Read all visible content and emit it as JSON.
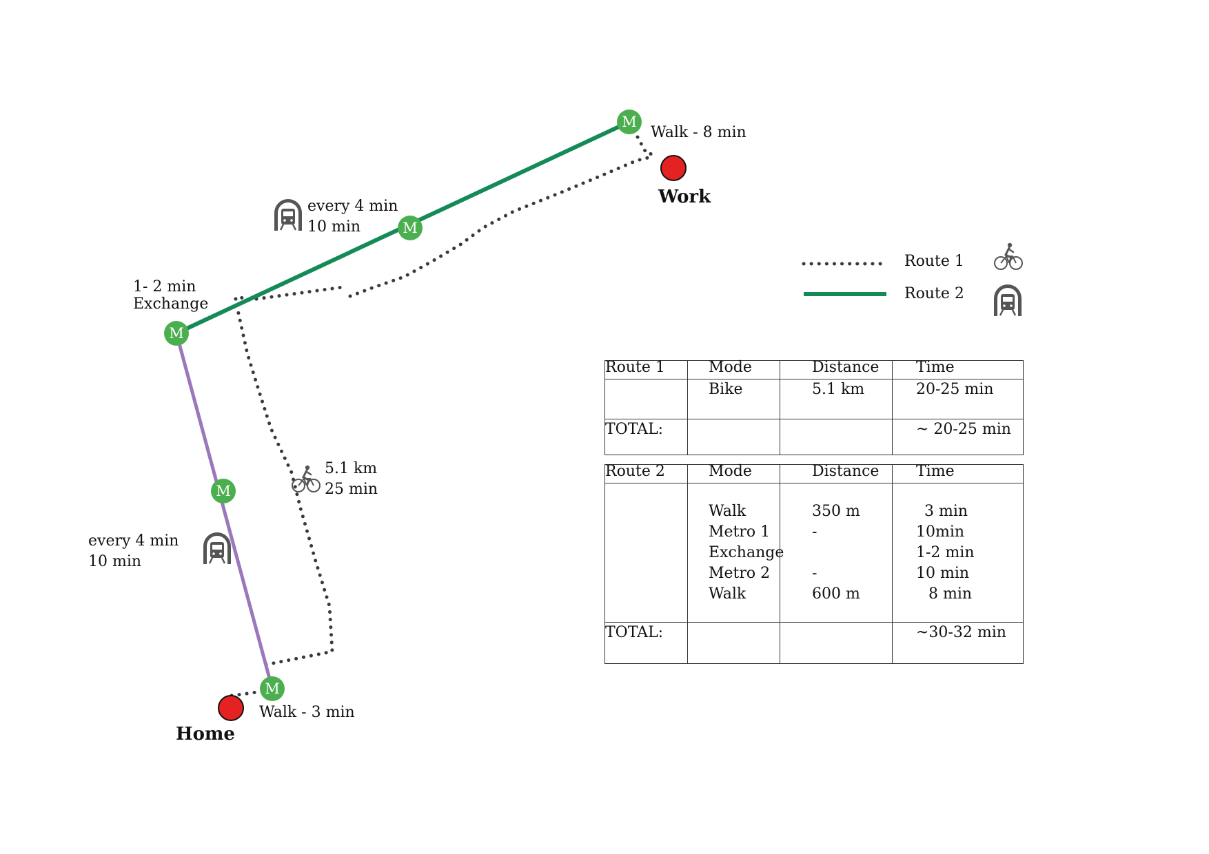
{
  "map": {
    "places": {
      "home": "Home",
      "work": "Work"
    },
    "station_letter": "M",
    "labels": {
      "walk_work": "Walk - 8 min",
      "walk_home": "Walk - 3 min",
      "metro1_freq": "every 4 min",
      "metro1_time": "10 min",
      "metro2_freq": "every 4 min",
      "metro2_time": "10 min",
      "exchange_time": "1- 2 min",
      "exchange": "Exchange",
      "bike_dist": "5.1 km",
      "bike_time": "25 min"
    },
    "colors": {
      "route2_line": "#148a57",
      "metro2_line": "#9b77bb",
      "route1_dots": "#3a3a3a",
      "station_fill": "#4caf4f",
      "place_fill": "#e52222",
      "icon_gray": "#555555"
    },
    "icons": [
      "metro-icon",
      "bike-icon"
    ]
  },
  "legend": {
    "route1": "Route 1",
    "route2": "Route 2"
  },
  "table1": {
    "headers": [
      "Route 1",
      "Mode",
      "Distance",
      "Time"
    ],
    "row": {
      "mode": "Bike",
      "distance": "5.1 km",
      "time": "20-25 min"
    },
    "total_label": "TOTAL:",
    "total_time": "~ 20-25 min"
  },
  "table2": {
    "headers": [
      "Route 2",
      "Mode",
      "Distance",
      "Time"
    ],
    "modes": [
      "Walk",
      "Metro 1",
      "Exchange",
      "Metro 2",
      "Walk"
    ],
    "distances": [
      "350 m",
      "-",
      "",
      "-",
      "600 m"
    ],
    "times": [
      "3 min",
      "10min",
      "1-2 min",
      "10 min",
      "8 min"
    ],
    "total_label": "TOTAL:",
    "total_time": "~30-32 min"
  }
}
